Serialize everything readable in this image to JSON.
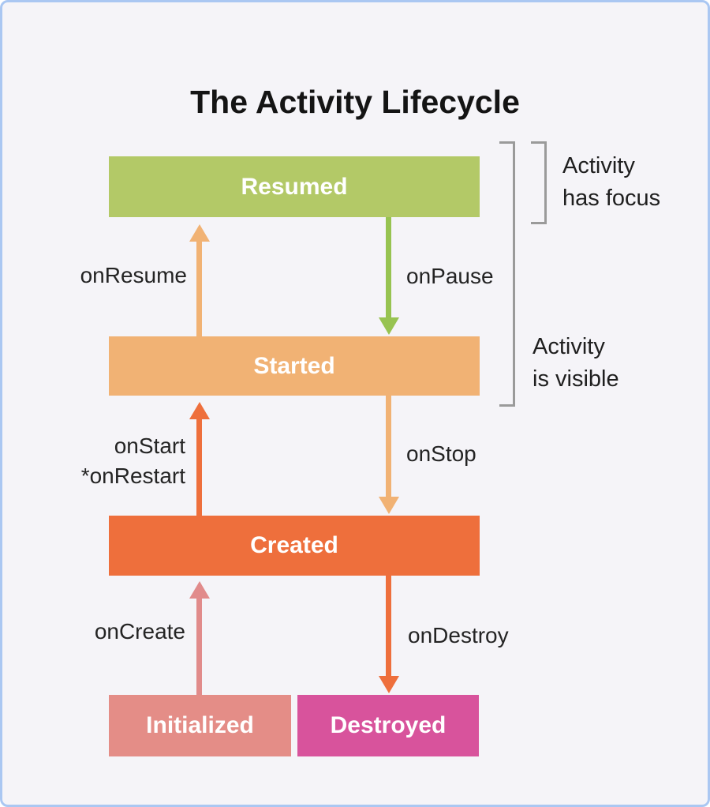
{
  "title": "The Activity Lifecycle",
  "theme": {
    "background": "#f5f4f8",
    "frame_border": "#aac7f2",
    "title_text": "#141414",
    "label_text": "#242424",
    "bracket": "#9a9a9a"
  },
  "states": {
    "resumed": {
      "label": "Resumed",
      "color": "#b3c967"
    },
    "started": {
      "label": "Started",
      "color": "#f1b274"
    },
    "created": {
      "label": "Created",
      "color": "#ee6f3c"
    },
    "initialized": {
      "label": "Initialized",
      "color": "#e48d87"
    },
    "destroyed": {
      "label": "Destroyed",
      "color": "#d8539c"
    }
  },
  "transitions": {
    "onResume": {
      "label": "onResume",
      "direction": "up",
      "color": "#f1b274"
    },
    "onPause": {
      "label": "onPause",
      "direction": "down",
      "color": "#97c351"
    },
    "onStart": {
      "label": "onStart\n*onRestart",
      "direction": "up",
      "color": "#ee6f3c"
    },
    "onStop": {
      "label": "onStop",
      "direction": "down",
      "color": "#f1b274"
    },
    "onCreate": {
      "label": "onCreate",
      "direction": "up",
      "color": "#e18b8b"
    },
    "onDestroy": {
      "label": "onDestroy",
      "direction": "down",
      "color": "#ee6f3c"
    }
  },
  "annotations": {
    "focus": {
      "label": "Activity\nhas focus"
    },
    "visible": {
      "label": "Activity\nis visible"
    }
  }
}
